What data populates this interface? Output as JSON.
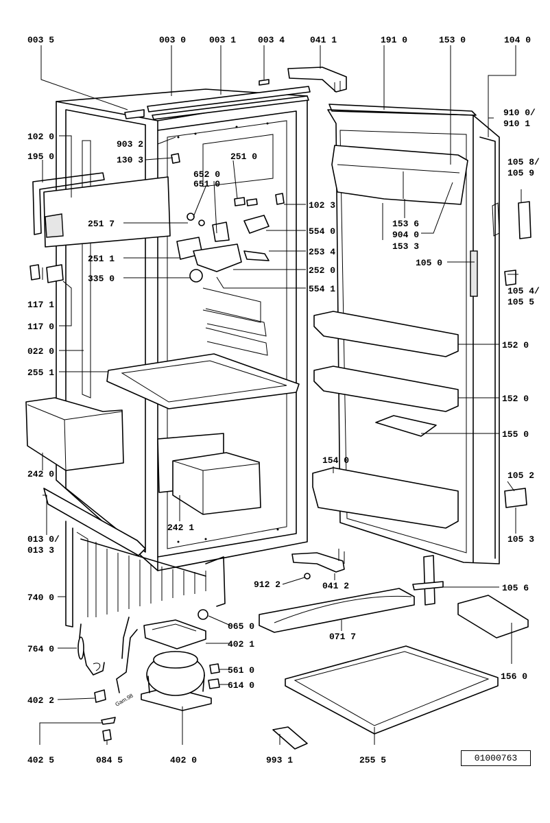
{
  "labels": {
    "l0035": "003 5",
    "l0030": "003 0",
    "l0031": "003 1",
    "l0034": "003 4",
    "l0411": "041 1",
    "l1910": "191 0",
    "l1530": "153 0",
    "l1040": "104 0",
    "l9100": "910 0/",
    "l9101": "910 1",
    "l1020": "102 0",
    "l9032": "903 2",
    "l1950": "195 0",
    "l1303": "130 3",
    "l2510": "251 0",
    "l6520": "652 0",
    "l6510": "651 0",
    "l1023": "102 3",
    "l1058": "105 8/",
    "l1059": "105 9",
    "l2517": "251 7",
    "l5540": "554 0",
    "l1536": "153 6",
    "l9040": "904 0",
    "l1533": "153 3",
    "l2534": "253 4",
    "l2511": "251 1",
    "l1050": "105 0",
    "l3350": "335 0",
    "l2520": "252 0",
    "l5541": "554 1",
    "l1054": "105 4/",
    "l1055": "105 5",
    "l1171": "117 1",
    "l1170": "117 0",
    "l0220": "022 0",
    "l1520a": "152 0",
    "l2551": "255 1",
    "l1520b": "152 0",
    "l1550": "155 0",
    "l2420": "242 0",
    "l1540": "154 0",
    "l2421": "242 1",
    "l1052": "105 2",
    "l0130": "013 0/",
    "l0133": "013 3",
    "l1053": "105 3",
    "l9122": "912 2",
    "l0412": "041 2",
    "l1056": "105 6",
    "l7400": "740 0",
    "l0650": "065 0",
    "l0717": "071 7",
    "l7640": "764 0",
    "l4021": "402 1",
    "l1560": "156 0",
    "l5610": "561 0",
    "l6140": "614 0",
    "l4022": "402 2",
    "l4025": "402 5",
    "l0845": "084 5",
    "l4020": "402 0",
    "l9931": "993 1",
    "l2555": "255 5"
  },
  "reference_number": "01000763",
  "annotation": "Gam.98"
}
